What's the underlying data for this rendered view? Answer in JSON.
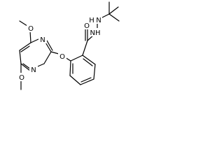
{
  "molecule": {
    "atoms": {
      "o_ester": "O",
      "n_ring_top": "N",
      "n_ring_bottom": "N",
      "o_methoxy_top": "O",
      "o_methoxy_bottom": "O",
      "o_carbonyl": "O",
      "nh_hydrazide": "NH",
      "n_amine": "N",
      "h_amine": "H"
    }
  }
}
